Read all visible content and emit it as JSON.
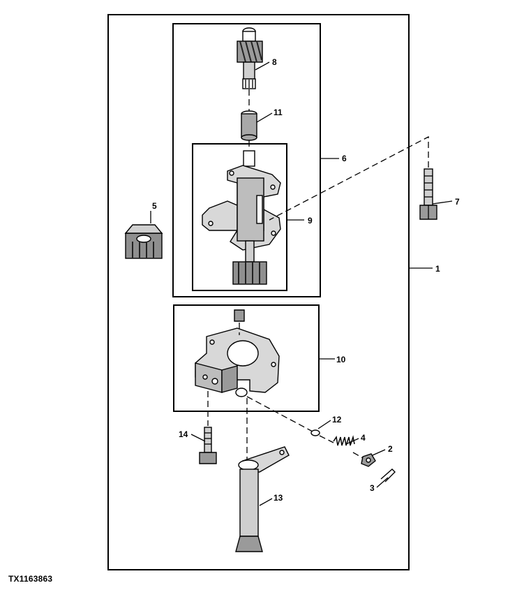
{
  "figure_id": "TX1163863",
  "callouts": {
    "c1": "1",
    "c2": "2",
    "c3": "3",
    "c4": "4",
    "c5": "5",
    "c6": "6",
    "c7": "7",
    "c8": "8",
    "c9": "9",
    "c10": "10",
    "c11": "11",
    "c12": "12",
    "c13": "13",
    "c14": "14"
  }
}
